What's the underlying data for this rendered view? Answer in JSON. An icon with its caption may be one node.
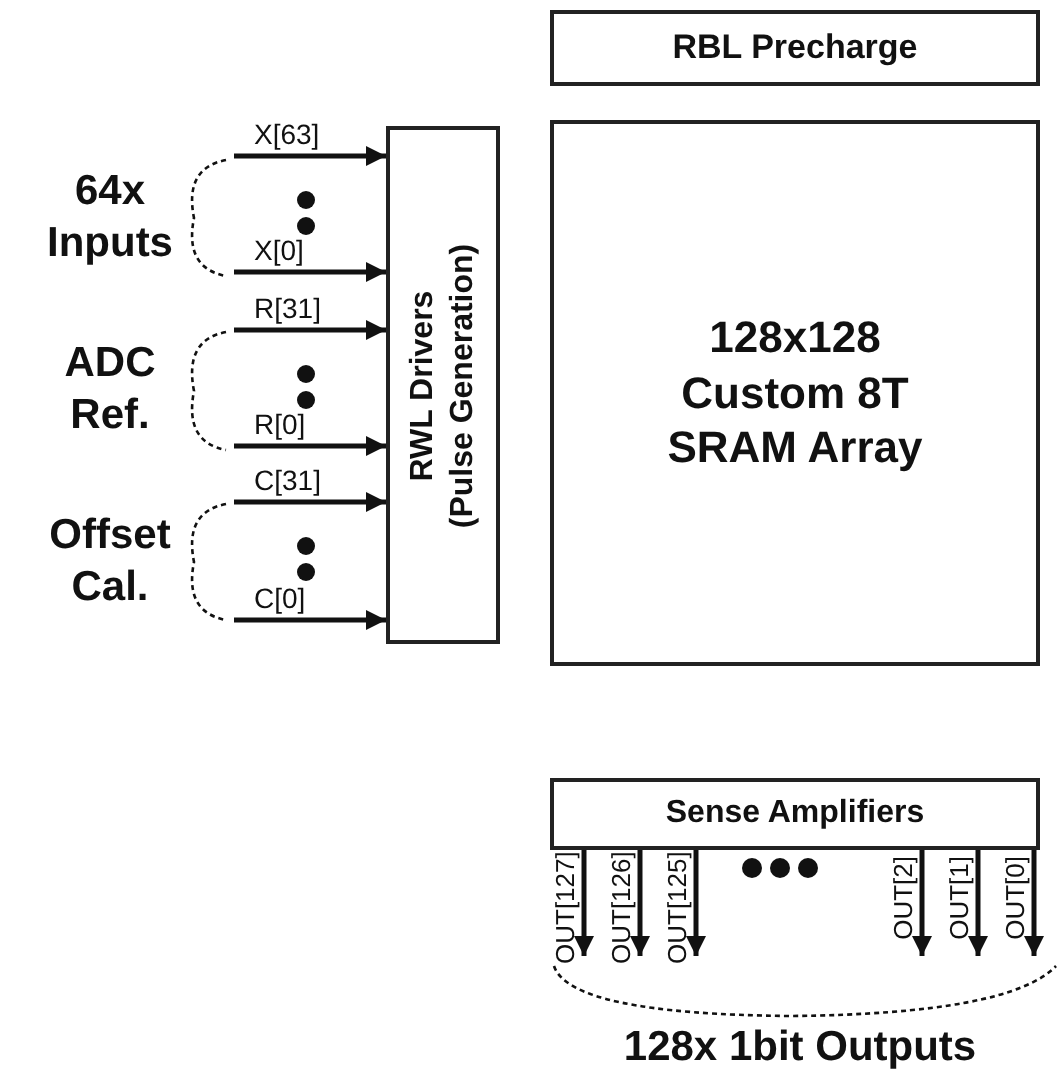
{
  "diagram": {
    "nodes": [
      {
        "text": [
          "RBL Precharge"
        ]
      },
      {
        "text": [
          "128x128 Custom 8T SRAM Array"
        ]
      },
      {
        "text": [
          "RWL Drivers (Pulse Generation)"
        ]
      },
      {
        "text": [
          "Sense Amplifiers"
        ]
      }
    ],
    "edges": [
      {
        "from": null,
        "to": 2,
        "arrow": "to",
        "label": "X[63]"
      },
      {
        "from": null,
        "to": 2,
        "arrow": "to",
        "label": "X[0]"
      },
      {
        "from": null,
        "to": 2,
        "arrow": "to",
        "label": "R[31]"
      },
      {
        "from": null,
        "to": 2,
        "arrow": "to",
        "label": "R[0]"
      },
      {
        "from": null,
        "to": 2,
        "arrow": "to",
        "label": "C[31]"
      },
      {
        "from": null,
        "to": 2,
        "arrow": "to",
        "label": "C[0]"
      },
      {
        "from": 3,
        "to": null,
        "arrow": "to",
        "label": "OUT[127]"
      },
      {
        "from": 3,
        "to": null,
        "arrow": "to",
        "label": "OUT[126]"
      },
      {
        "from": 3,
        "to": null,
        "arrow": "to",
        "label": "OUT[125]"
      },
      {
        "from": 3,
        "to": null,
        "arrow": "to",
        "label": "OUT[2]"
      },
      {
        "from": 3,
        "to": null,
        "arrow": "to",
        "label": "OUT[1]"
      },
      {
        "from": 3,
        "to": null,
        "arrow": "to",
        "label": "OUT[0]"
      }
    ],
    "labels": [
      "64x Inputs",
      "ADC Ref.",
      "Offset Cal.",
      "128x 1bit Outputs"
    ]
  }
}
